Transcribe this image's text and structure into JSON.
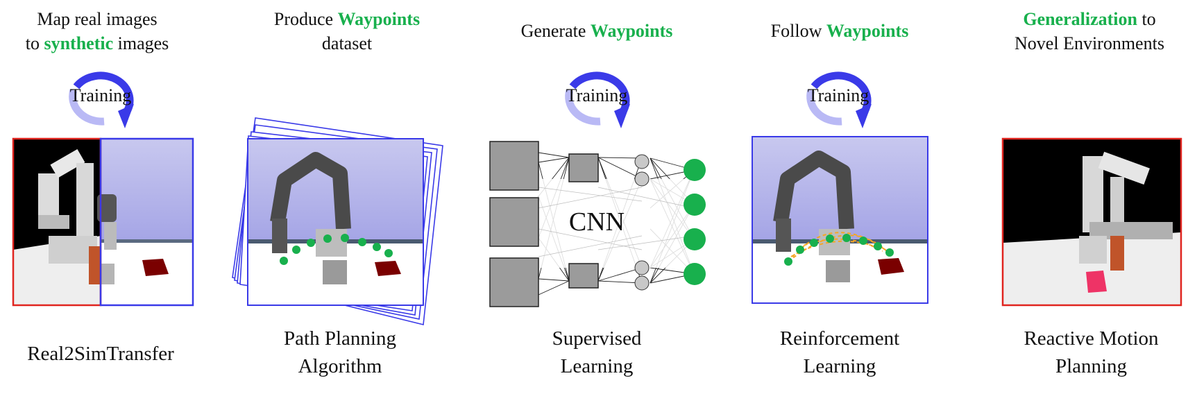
{
  "colors": {
    "highlight": "#18b04d",
    "training_arrow": "#3a3ae8",
    "real_border": "#e0241f",
    "sim_border": "#3a3ae8",
    "waypoint": "#18b04d",
    "trajectory": "#f5a623"
  },
  "panels": [
    {
      "caption_parts": [
        [
          "Map real images",
          ""
        ],
        [
          "to ",
          ""
        ],
        [
          "synthetic",
          "hl"
        ],
        [
          " images",
          ""
        ]
      ],
      "label": "Real2SimTransfer",
      "training": "Training"
    },
    {
      "caption_parts": [
        [
          "Produce ",
          ""
        ],
        [
          "Waypoints",
          "hl"
        ],
        [
          "dataset",
          ""
        ]
      ],
      "label_line1": "Path Planning",
      "label_line2": "Algorithm"
    },
    {
      "caption_parts": [
        [
          "Generate ",
          ""
        ],
        [
          "Waypoints",
          "hl"
        ]
      ],
      "label_line1": "Supervised",
      "label_line2": "Learning",
      "training": "Training",
      "cnn_text": "CNN"
    },
    {
      "caption_parts": [
        [
          "Follow ",
          ""
        ],
        [
          "Waypoints",
          "hl"
        ]
      ],
      "label_line1": "Reinforcement",
      "label_line2": "Learning",
      "training": "Training"
    },
    {
      "caption_parts": [
        [
          "Generalization",
          "hl"
        ],
        [
          " to",
          ""
        ],
        [
          "Novel Environments",
          ""
        ]
      ],
      "label_line1": "Reactive Motion",
      "label_line2": "Planning"
    }
  ],
  "captions": {
    "p1_l1": "Map real images",
    "p1_l2a": "to ",
    "p1_l2b": "synthetic",
    "p1_l2c": " images",
    "p2_l1a": "Produce ",
    "p2_l1b": "Waypoints",
    "p2_l2": "dataset",
    "p3_a": "Generate ",
    "p3_b": "Waypoints",
    "p4_a": "Follow ",
    "p4_b": "Waypoints",
    "p5_l1a": "Generalization",
    "p5_l1b": " to",
    "p5_l2": "Novel Environments"
  },
  "labels": {
    "p1": "Real2SimTransfer",
    "p2_l1": "Path Planning",
    "p2_l2": "Algorithm",
    "p3_l1": "Supervised",
    "p3_l2": "Learning",
    "p4_l1": "Reinforcement",
    "p4_l2": "Learning",
    "p5_l1": "Reactive Motion",
    "p5_l2": "Planning"
  },
  "training": "Training",
  "cnn": "CNN"
}
